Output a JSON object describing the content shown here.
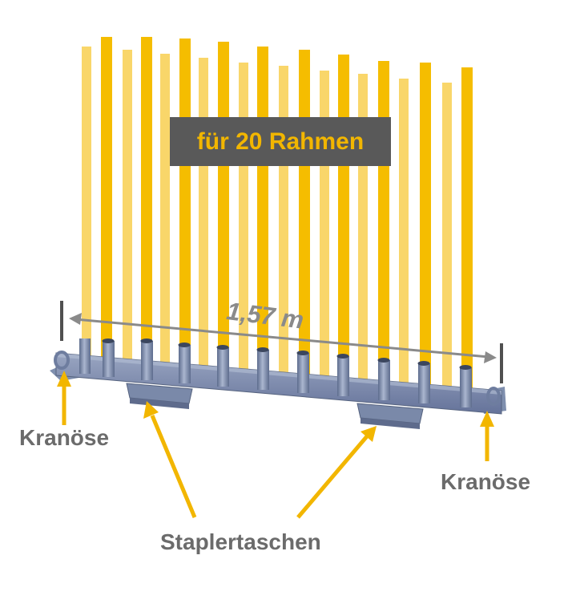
{
  "badge": {
    "text": "für 20 Rahmen"
  },
  "dimension": {
    "text": "1,57 m"
  },
  "labels": {
    "left_eye": "Kranöse",
    "right_eye": "Kranöse",
    "pockets": "Staplertaschen"
  },
  "colors": {
    "frame_yellow": "#f5bd00",
    "frame_light": "#f8cf50",
    "rack_blue": "#7f8fae",
    "arrow_yellow": "#f2b600",
    "label_gray": "#6b6b6b",
    "badge_bg": "#595959"
  },
  "icons": {
    "left_eye_icon": "crane-eye-icon",
    "right_eye_icon": "crane-eye-icon"
  }
}
